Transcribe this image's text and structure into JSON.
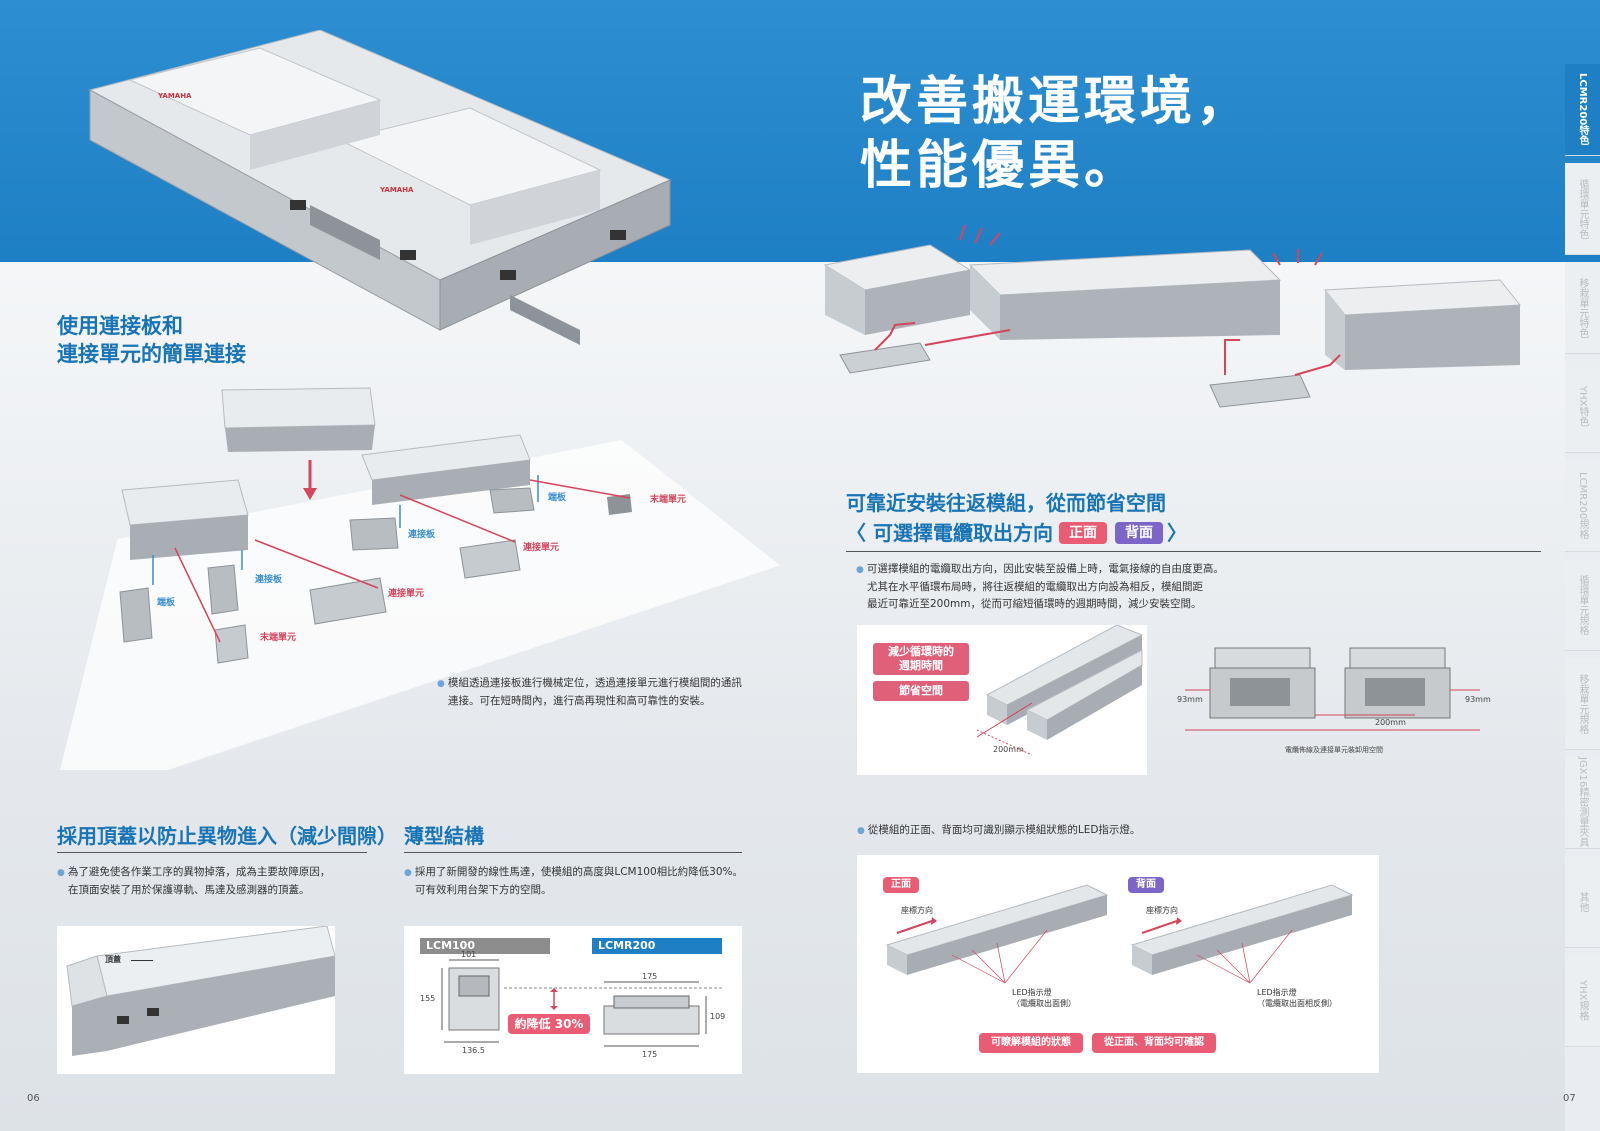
{
  "hero": {
    "title_line1": "改善搬運環境，",
    "title_line2": "性能優異。"
  },
  "sections": {
    "connection": {
      "title_line1": "使用連接板和",
      "title_line2": "連接單元的簡單連接",
      "labels": {
        "end_plate": "端板",
        "connection_plate": "連接板",
        "connection_unit": "連接單元",
        "terminal_unit": "末端單元"
      },
      "body_line1": "模組透過連接板進行機械定位，透過連接單元進行模組間的通訊",
      "body_line2": "連接。可在短時間內，進行高再現性和高可靠性的安裝。"
    },
    "cover": {
      "title": "採用頂蓋以防止異物進入（減少間隙）",
      "body_line1": "為了避免使各作業工序的異物掉落，成為主要故障原因，",
      "body_line2": "在頂面安裝了用於保護導軌、馬達及感測器的頂蓋。",
      "callout": "頂蓋"
    },
    "thin": {
      "title": "薄型結構",
      "body_line1": "採用了新開發的線性馬達，使模組的高度與LCM100相比約降低30%。",
      "body_line2": "可有效利用台架下方的空間。",
      "tag_left": "LCM100",
      "tag_right": "LCMR200",
      "dim_101": "101",
      "dim_155": "155",
      "dim_1365": "136.5",
      "dim_175_top": "175",
      "dim_175_bottom": "175",
      "dim_109": "109",
      "reduction_label": "約降低 30%"
    },
    "cable": {
      "title_line1": "可靠近安裝往返模組，從而節省空間",
      "title_line2_prefix": "〈 可選擇電纜取出方向",
      "pill_front": "正面",
      "pill_back": "背面",
      "title_line2_suffix": "〉",
      "body_line1": "可選擇模組的電纜取出方向，因此安裝至設備上時，電氣接線的自由度更高。",
      "body_line2": "尤其在水平循環布局時，將往返模組的電纜取出方向設為相反，模組間距",
      "body_line3": "最近可靠近至200mm，從而可縮短循環時的週期時間，減少安裝空間。",
      "tag_cycle_line1": "減少循環時的",
      "tag_cycle_line2": "週期時間",
      "tag_space": "節省空間",
      "dim_200_left": "200mm",
      "dim_93_left": "93mm",
      "dim_93_right": "93mm",
      "dim_200_right": "200mm",
      "caption_right": "電纜佈線及連接單元裝卸用空間"
    },
    "led": {
      "body": "從模組的正面、背面均可識別顯示模組狀態的LED指示燈。",
      "front_label": "正面",
      "back_label": "背面",
      "coord_front": "座標方向",
      "coord_back": "座標方向",
      "led_front_line1": "LED指示燈",
      "led_front_line2": "（電纜取出面側）",
      "led_back_line1": "LED指示燈",
      "led_back_line2": "（電纜取出面相反側）",
      "pill_status": "可瞭解模組的狀態",
      "pill_both": "從正面、背面均可確認"
    }
  },
  "brand": {
    "logo": "YAMAHA"
  },
  "side_tabs": [
    {
      "label": "LCMR200特色",
      "active": true
    },
    {
      "label": "循環單元特色",
      "active": false
    },
    {
      "label": "移栽單元特色",
      "active": false
    },
    {
      "label": "YHX特色",
      "active": false
    },
    {
      "label": "LCMR200規格",
      "active": false
    },
    {
      "label": "循環單元規格",
      "active": false
    },
    {
      "label": "移栽單元規格",
      "active": false
    },
    {
      "label": "JGX16精密測量夾具",
      "active": false
    },
    {
      "label": "其他",
      "active": false
    },
    {
      "label": "YHX規格",
      "active": false
    }
  ],
  "pages": {
    "left": "06",
    "right": "07"
  },
  "colors": {
    "hero_blue": "#1e7fc4",
    "title_blue": "#1874b4",
    "accent_red": "#d5455c",
    "accent_purple": "#7b66c7"
  }
}
